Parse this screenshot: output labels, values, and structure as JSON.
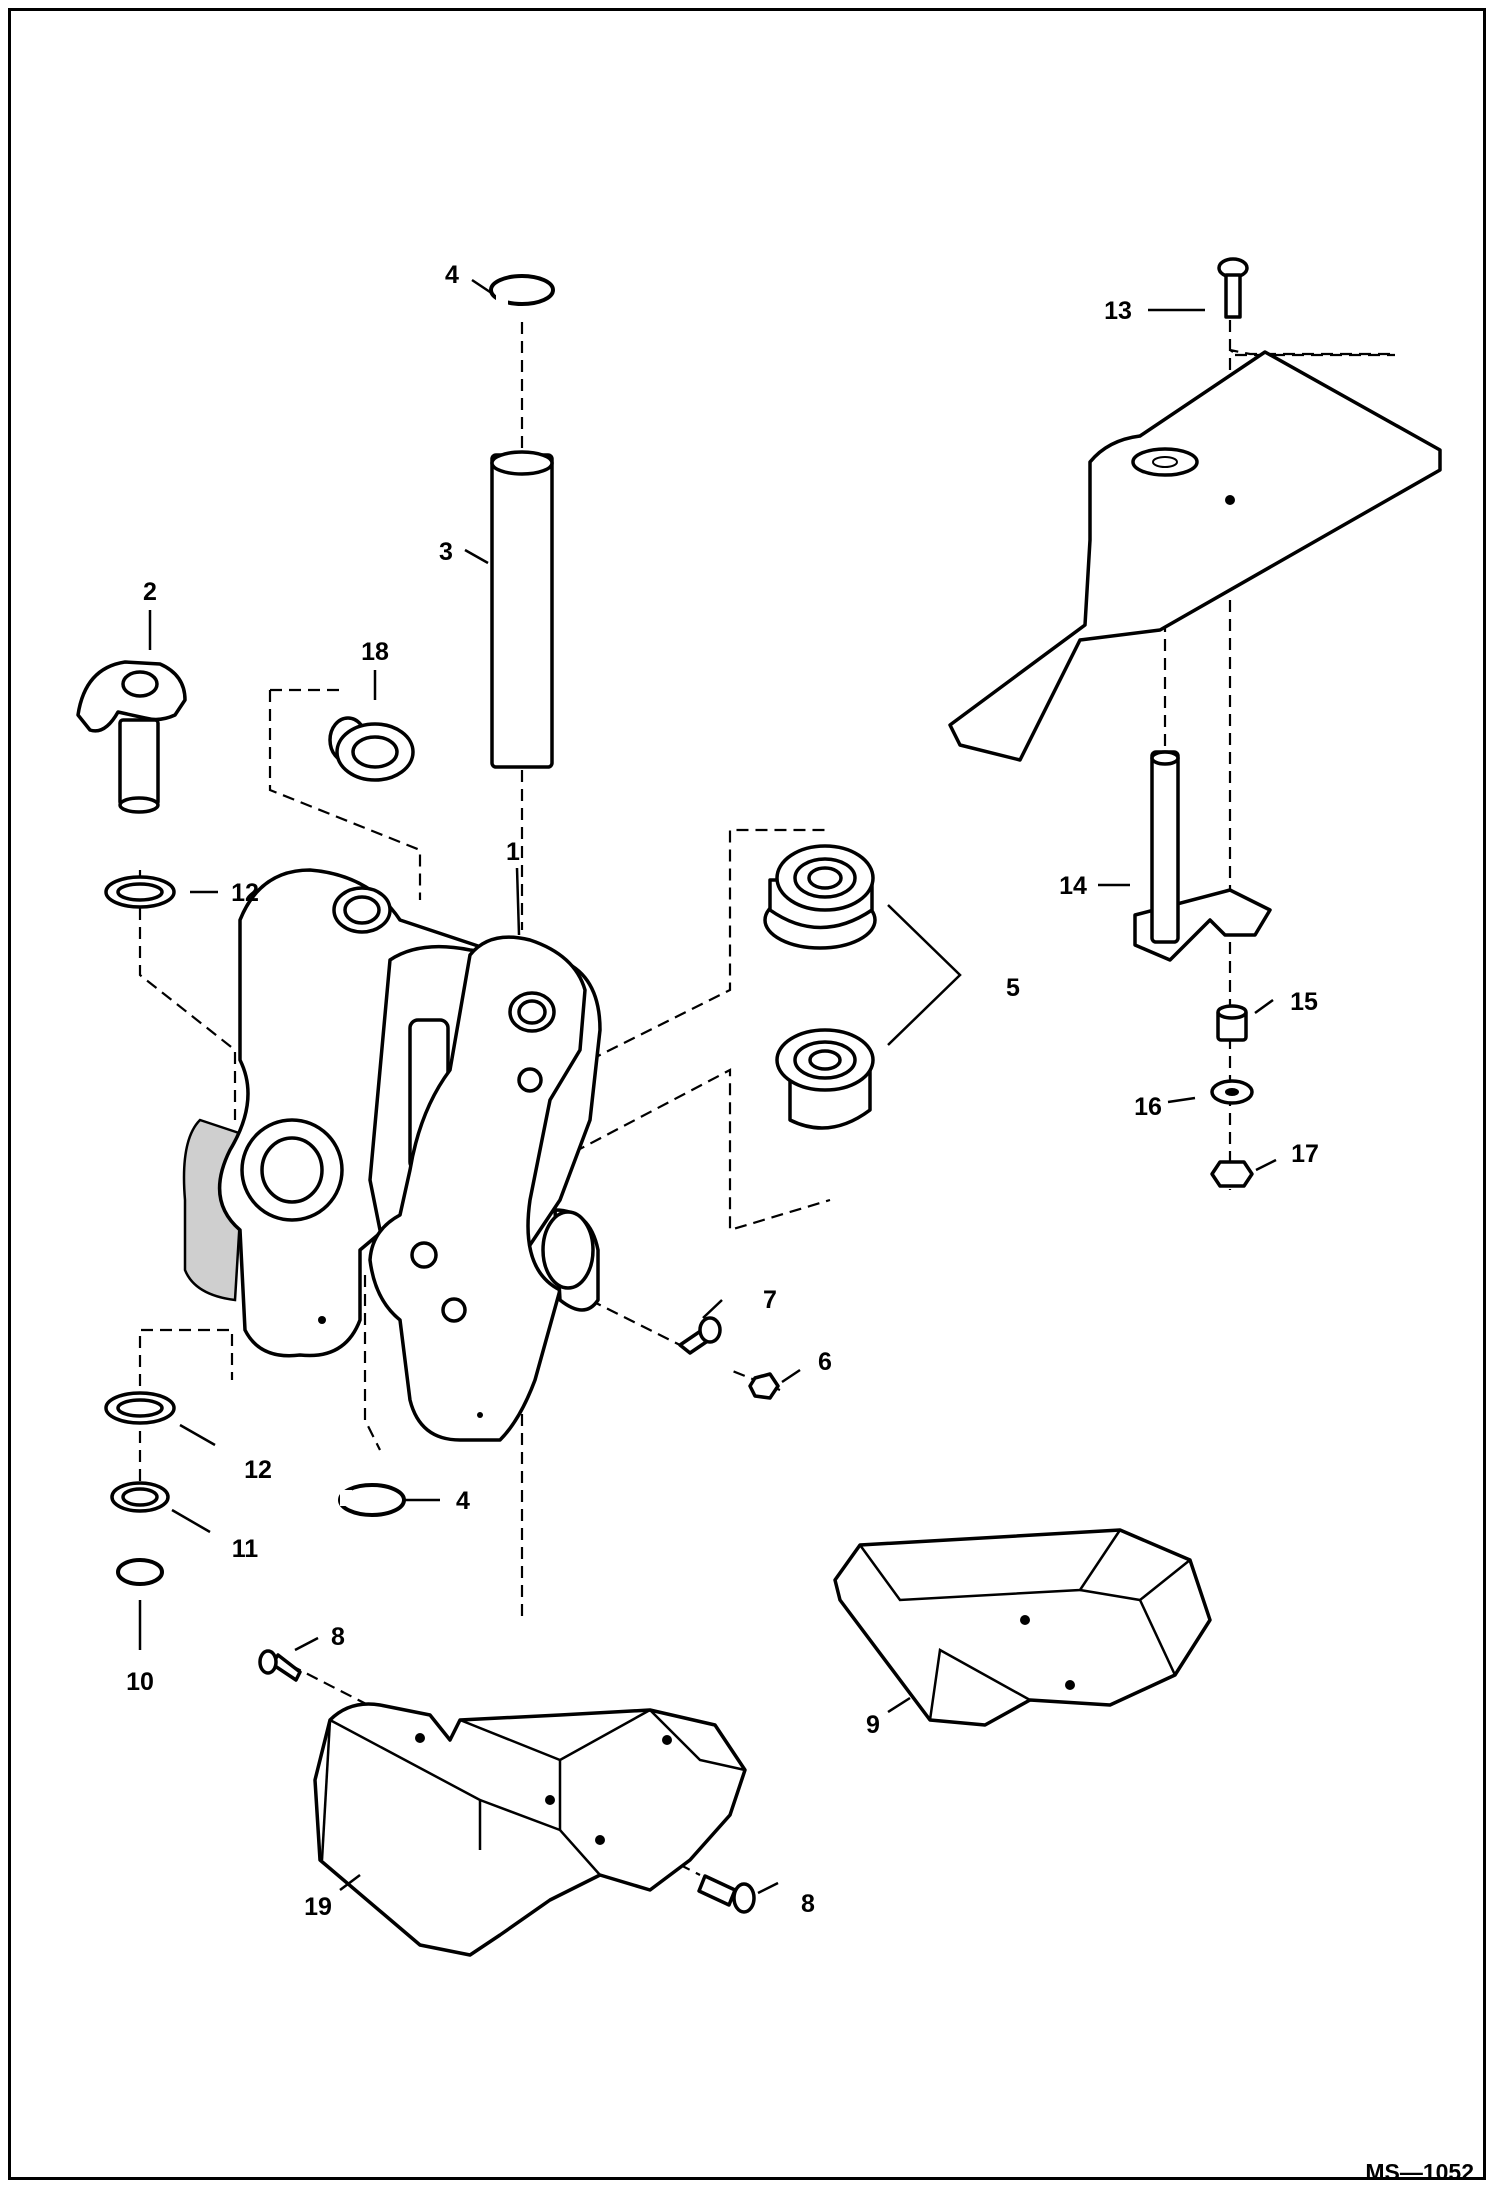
{
  "diagram": {
    "code": "MS—1052",
    "callouts": {
      "c1": "1",
      "c2": "2",
      "c3": "3",
      "c4a": "4",
      "c4b": "4",
      "c5": "5",
      "c6": "6",
      "c7": "7",
      "c8a": "8",
      "c8b": "8",
      "c9": "9",
      "c10": "10",
      "c11": "11",
      "c12a": "12",
      "c12b": "12",
      "c13": "13",
      "c14": "14",
      "c15": "15",
      "c16": "16",
      "c17": "17",
      "c18": "18",
      "c19": "19"
    }
  }
}
